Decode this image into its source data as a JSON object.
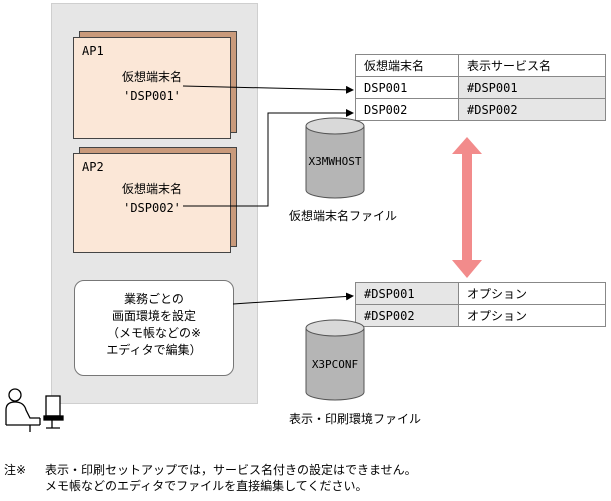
{
  "ap1": {
    "label": "AP1",
    "line1": "仮想端末名",
    "line2": "'DSP001'"
  },
  "ap2": {
    "label": "AP2",
    "line1": "仮想端末名",
    "line2": "'DSP002'"
  },
  "note_box": {
    "text": "業務ごとの\n画面環境を設定\n（メモ帳などの※\nエディタで編集）"
  },
  "terminal_table": {
    "headers": [
      "仮想端末名",
      "表示サービス名"
    ],
    "rows": [
      [
        "DSP001",
        "#DSP001"
      ],
      [
        "DSP002",
        "#DSP002"
      ]
    ]
  },
  "env_table": {
    "rows": [
      [
        "#DSP001",
        "オプション"
      ],
      [
        "#DSP002",
        "オプション"
      ]
    ]
  },
  "cyl1": {
    "label": "X3MWHOST",
    "caption": "仮想端末名ファイル"
  },
  "cyl2": {
    "label": "X3PCONF",
    "caption": "表示・印刷環境ファイル"
  },
  "footnote": {
    "mark": "注※",
    "line1": "表示・印刷セットアップでは，サービス名付きの設定はできません。",
    "line2": "メモ帳などのエディタでファイルを直接編集してください。"
  },
  "colors": {
    "box_fill": "#fbe7d7",
    "box_depth": "#c99a7b",
    "double_arrow": "#f28b8b",
    "panel": "#e6e6e6"
  }
}
